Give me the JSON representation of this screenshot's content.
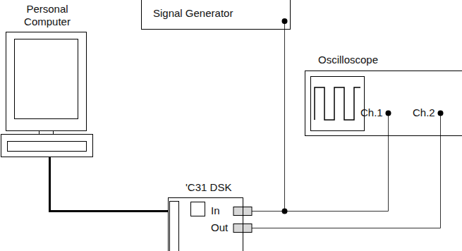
{
  "diagram": {
    "nodes": [
      {
        "text": [
          "Personal Computer"
        ]
      },
      {
        "text": [
          "Signal Generator"
        ]
      },
      {
        "text": [
          "Oscilloscope",
          "Ch.1",
          "Ch.2"
        ]
      },
      {
        "text": [
          "'C31 DSK",
          "In",
          "Out"
        ]
      }
    ],
    "edges": [
      {
        "from": 0,
        "to": 3,
        "arrow": "none"
      },
      {
        "from": 1,
        "to": 3,
        "arrow": "none"
      },
      {
        "from": 3,
        "to": 2,
        "arrow": "none"
      },
      {
        "from": 3,
        "to": 2,
        "arrow": "none"
      }
    ]
  }
}
